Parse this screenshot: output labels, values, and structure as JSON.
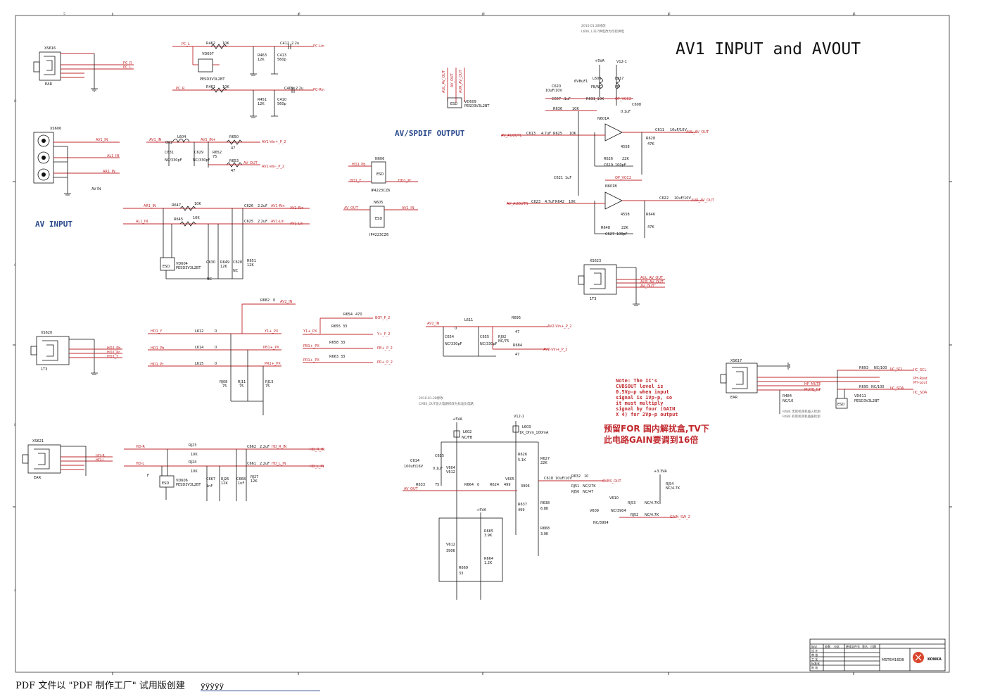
{
  "title": "AV1 INPUT and AVOUT",
  "sections": {
    "av_input": "AV INPUT",
    "spdif": "AV/SPDIF OUTPUT"
  },
  "notes": {
    "en": [
      "Note: The IC's",
      "CVBSOUT level is",
      "0.5Vp-p when input",
      "signal is 1Vp-p, so",
      "it must multiply",
      "signal by four (GAIN",
      "X 4) for 2Vp-p output"
    ],
    "cn": [
      "预留FOR 国内解扰盒,TV下",
      "此电路GAIN要调到16倍"
    ],
    "top_revision": [
      "2010.01.28修改",
      "L606, L317供电改为可控供电"
    ],
    "cvbs_revision": [
      "2010.01.28修改",
      "CVBS_OUT放大电路修改为标准化电路"
    ],
    "r484": [
      "R484 无耳机耳机插入检测",
      "R484 有耳机耳机插拔检测"
    ]
  },
  "connectors": [
    "XS616",
    "XS606",
    "XS620",
    "XS621",
    "XS623",
    "XS617"
  ],
  "connector_types": {
    "ear": "EAR",
    "t3": "1T3",
    "avin": "AV IN"
  },
  "components": {
    "caps_top": [
      "C412",
      "C413",
      "C409",
      "C410"
    ],
    "pc": [
      "PC_L",
      "PC_R",
      "PC-Lin",
      "PC-Rin",
      "VD607",
      "PESD3V3L2BT",
      "R462",
      "R461",
      "R463",
      "R451"
    ],
    "av1": [
      "AV1_IN",
      "L604",
      "AV1_IN+",
      "R650",
      "C631",
      "C629",
      "R652",
      "R653"
    ],
    "ics": [
      "N606",
      "N605",
      "IP4223CZ6",
      "N601A",
      "N601B",
      "4558"
    ],
    "transistors": [
      "V604",
      "V605",
      "V610",
      "V609",
      "V612",
      "3906",
      "3904"
    ]
  },
  "nets": {
    "left": [
      "AR1_IN",
      "AL1_IN",
      "AV1-Rin",
      "AV1-Lin",
      "HD1_Y",
      "HD1_Pb",
      "HD1_Pr",
      "Y1+_PX",
      "PB1+_PX",
      "PR1+_PX",
      "HD-R",
      "HD-L",
      "HD_R_IN",
      "HD_L_IN"
    ],
    "right": [
      "AUL_AV_OUT",
      "AUR_AV_OUT",
      "AV_OUT",
      "AV_AUOUTL",
      "AV_AUOUTR",
      "OP_VCC2",
      "V12-1",
      "+5VA",
      "+3.3VA",
      "CVBS_OUT",
      "GAIN_SW_2",
      "IIC_SCL",
      "IIC_SDA",
      "PH-Rout",
      "PH-Lout",
      "HP_MUTE",
      "MUTE_HP",
      "AV2_IN",
      "AV2-Vin+_P_2",
      "AV2-Vin+_P_2"
    ]
  },
  "title_block": {
    "model": "MST6M16DB",
    "brand": "KONKA",
    "rows": [
      "设 计",
      "审 核",
      "工 艺",
      "标准化",
      "批 准"
    ],
    "cols": [
      "标记",
      "处数",
      "分区",
      "更改文件号",
      "签名",
      "日期"
    ]
  },
  "grid_cols": [
    "5",
    "4",
    "3",
    "2",
    "1"
  ],
  "grid_rows": [
    "D",
    "C",
    "B",
    "A"
  ],
  "footer": {
    "text": "PDF 文件以 \"PDF 制作工厂\" 试用版创建",
    "link": "ÿÿÿÿÿ"
  }
}
